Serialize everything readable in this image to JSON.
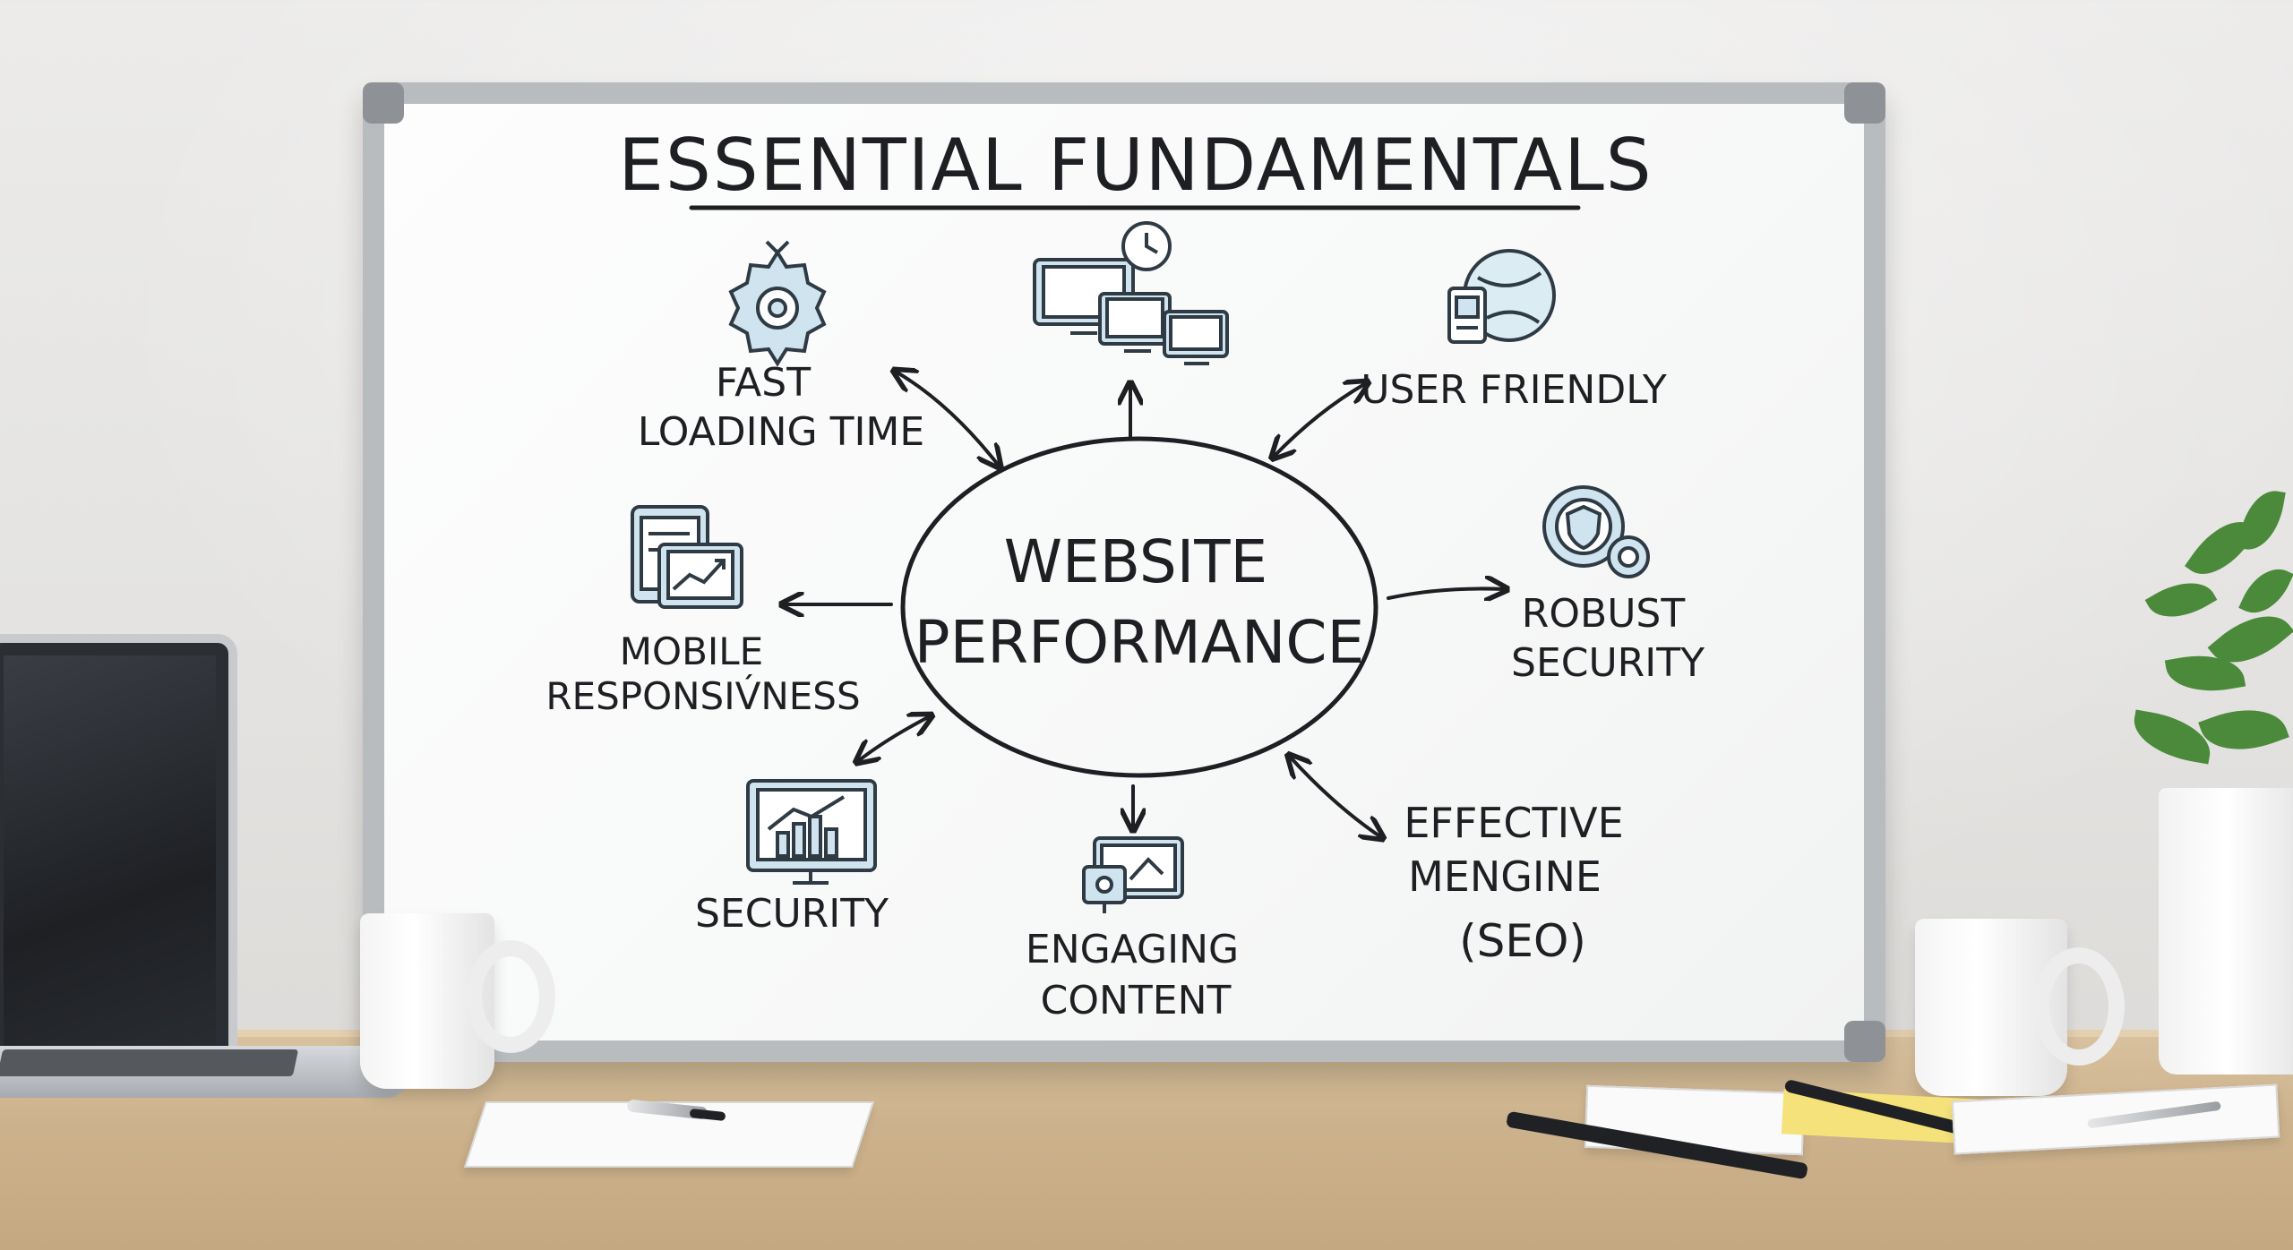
{
  "diagram": {
    "title": "ESSENTIAL FUNDAMENTALS",
    "center": {
      "line1": "WEBSITE",
      "line2": "PERFORMANCE"
    },
    "nodes": [
      {
        "id": "fast-loading",
        "line1": "FAST",
        "line2": "LOADING TIME",
        "icon": "gear-icon"
      },
      {
        "id": "multi-device",
        "line1": "",
        "line2": "",
        "icon": "devices-clock-icon"
      },
      {
        "id": "user-friendly",
        "line1": "USER FRIENDLY",
        "line2": "",
        "icon": "globe-device-icon"
      },
      {
        "id": "mobile",
        "line1": "MOBILE",
        "line2": "RESPONSIV́NESS",
        "icon": "tablet-chart-icon"
      },
      {
        "id": "robust-security",
        "line1": "ROBUST",
        "line2": "SECURITY",
        "icon": "shield-gear-icon"
      },
      {
        "id": "security",
        "line1": "SECURITY",
        "line2": "",
        "icon": "monitor-chart-icon"
      },
      {
        "id": "engaging",
        "line1": "ENGAGING",
        "line2": "CONTENT",
        "icon": "content-screen-icon"
      },
      {
        "id": "seo",
        "line1": "EFFECTIVE",
        "line2": "MENGINE",
        "line3": "(SEO)",
        "icon": ""
      }
    ]
  },
  "colors": {
    "ink": "#1d1f22",
    "icon_fill": "#cfe4ee",
    "icon_stroke": "#2f3b44",
    "board_frame": "#b9bcbf",
    "desk": "#cdb38d"
  }
}
